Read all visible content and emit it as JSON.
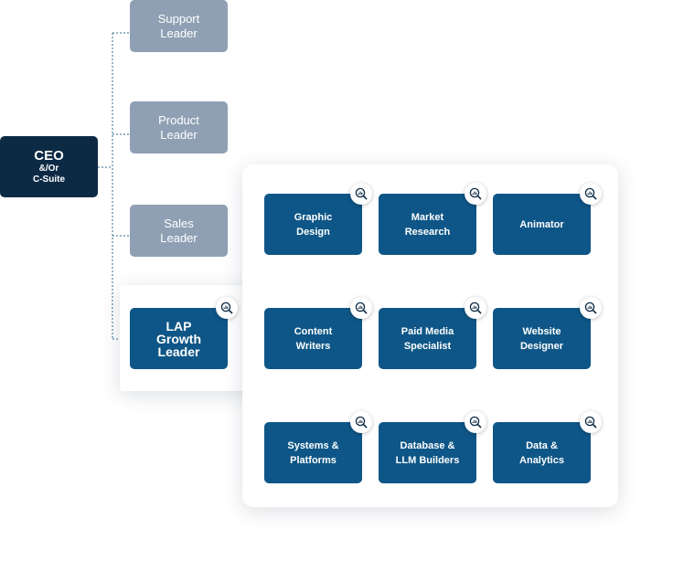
{
  "ceo": {
    "title": "CEO",
    "subtitle": "&/Or\nC-Suite"
  },
  "leaders": [
    {
      "label": "Support\nLeader"
    },
    {
      "label": "Product\nLeader"
    },
    {
      "label": "Sales\nLeader"
    }
  ],
  "lap_leader": {
    "label": "LAP\nGrowth\nLeader",
    "icon": "search-chart-icon"
  },
  "roles": [
    {
      "label": "Graphic\nDesign",
      "icon": "search-chart-icon"
    },
    {
      "label": "Market\nResearch",
      "icon": "search-chart-icon"
    },
    {
      "label": "Animator",
      "icon": "search-chart-icon"
    },
    {
      "label": "Content\nWriters",
      "icon": "search-chart-icon"
    },
    {
      "label": "Paid Media\nSpecialist",
      "icon": "search-chart-icon"
    },
    {
      "label": "Website\nDesigner",
      "icon": "search-chart-icon"
    },
    {
      "label": "Systems &\nPlatforms",
      "icon": "search-chart-icon"
    },
    {
      "label": "Database  &\nLLM Builders",
      "icon": "search-chart-icon"
    },
    {
      "label": "Data &\nAnalytics",
      "icon": "search-chart-icon"
    }
  ],
  "colors": {
    "ceo": "#0d2a45",
    "leader": "#8fa0b4",
    "role": "#0e5687",
    "connector": "#2e6f8e"
  }
}
